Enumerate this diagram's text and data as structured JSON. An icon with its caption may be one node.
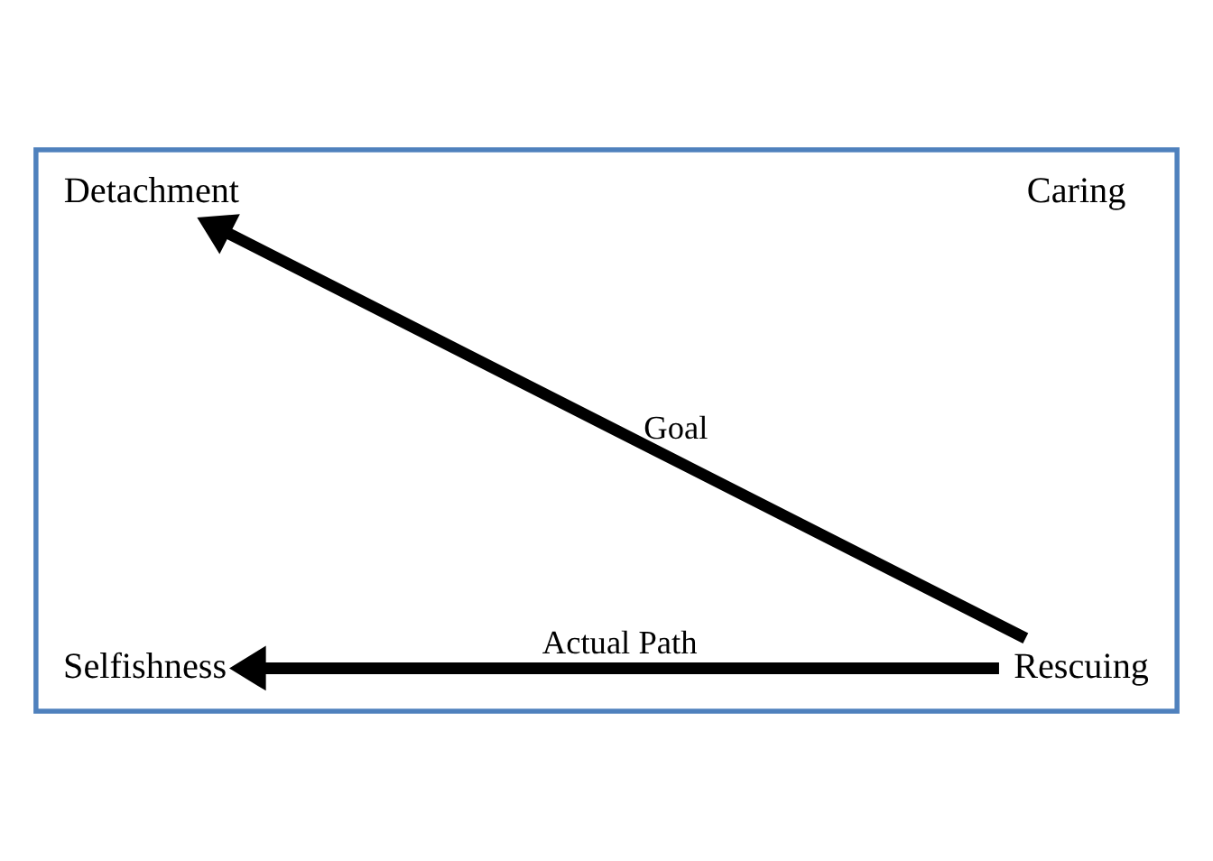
{
  "diagram": {
    "nodes": [
      {
        "text": [],
        "shape": "box"
      },
      {
        "text": [
          "Detachment"
        ],
        "in": 0
      },
      {
        "text": [
          "Caring"
        ],
        "in": 0
      },
      {
        "text": [
          "Selfishness"
        ],
        "in": 0
      },
      {
        "text": [
          "Rescuing"
        ],
        "in": 0
      }
    ],
    "edges": [
      {
        "from": 4,
        "to": 1,
        "arrow": "to",
        "label": "Goal"
      },
      {
        "from": 4,
        "to": 3,
        "arrow": "to",
        "label": "Actual Path"
      }
    ]
  }
}
